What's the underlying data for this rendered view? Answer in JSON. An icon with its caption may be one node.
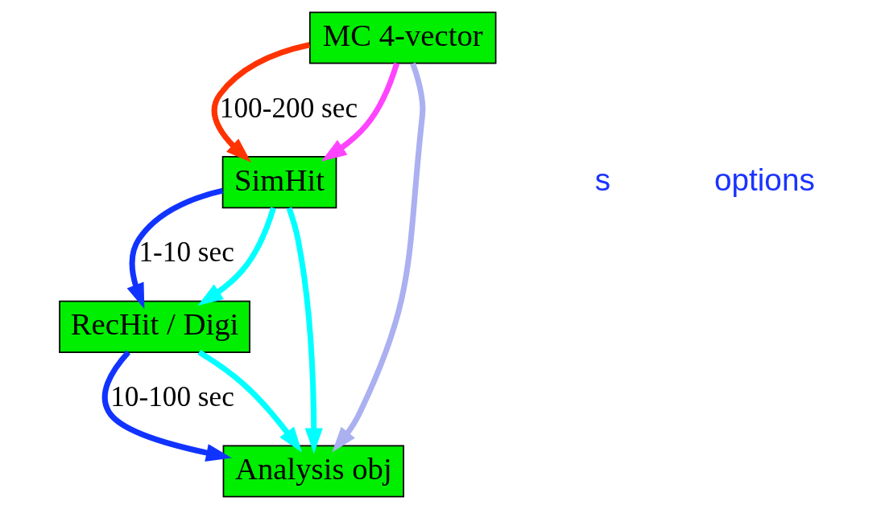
{
  "diagram": {
    "nodes": [
      {
        "text": [
          "MC 4-vector"
        ]
      },
      {
        "text": [
          "SimHit"
        ]
      },
      {
        "text": [
          "RecHit / Digi"
        ]
      },
      {
        "text": [
          "Analysis obj"
        ]
      }
    ],
    "edges": [
      {
        "from": 0,
        "to": 1,
        "arrow": "to",
        "color": "#ff3300",
        "label": "100-200 sec"
      },
      {
        "from": 0,
        "to": 1,
        "arrow": "to",
        "color": "#ff44ff"
      },
      {
        "from": 0,
        "to": 3,
        "arrow": "to",
        "color": "#aab0f0"
      },
      {
        "from": 1,
        "to": 2,
        "arrow": "to",
        "color": "#1133ff",
        "label": "1-10 sec"
      },
      {
        "from": 1,
        "to": 2,
        "arrow": "to",
        "color": "#00ffff"
      },
      {
        "from": 1,
        "to": 3,
        "arrow": "to",
        "color": "#00ffff"
      },
      {
        "from": 2,
        "to": 3,
        "arrow": "to",
        "color": "#1133ff",
        "label": "10-100 sec"
      },
      {
        "from": 2,
        "to": 3,
        "arrow": "to",
        "color": "#00ffff"
      }
    ],
    "labels": [
      "s",
      "options"
    ]
  }
}
